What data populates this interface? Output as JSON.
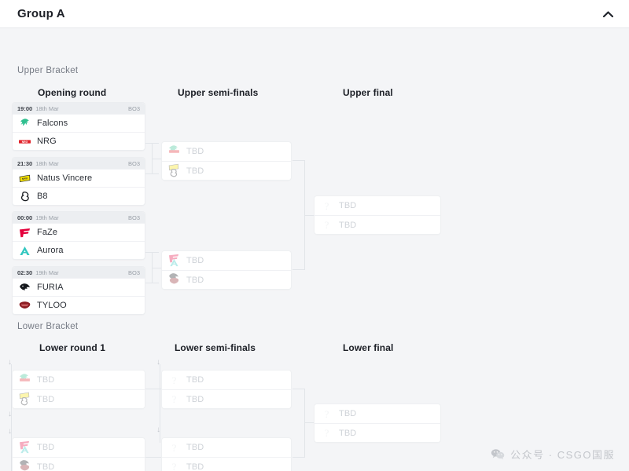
{
  "header": {
    "title": "Group A",
    "collapse_icon": "chevron-up-icon"
  },
  "upper_bracket": {
    "label": "Upper Bracket",
    "rounds": [
      {
        "name": "Opening round"
      },
      {
        "name": "Upper semi-finals"
      },
      {
        "name": "Upper final"
      }
    ],
    "opening_round": [
      {
        "time": "19:00",
        "date": "18th Mar",
        "format": "BO3",
        "teams": [
          {
            "name": "Falcons",
            "logo": "falcons-logo"
          },
          {
            "name": "NRG",
            "logo": "nrg-logo"
          }
        ]
      },
      {
        "time": "21:30",
        "date": "18th Mar",
        "format": "BO3",
        "teams": [
          {
            "name": "Natus Vincere",
            "logo": "navi-logo"
          },
          {
            "name": "B8",
            "logo": "b8-logo"
          }
        ]
      },
      {
        "time": "00:00",
        "date": "19th Mar",
        "format": "BO3",
        "teams": [
          {
            "name": "FaZe",
            "logo": "faze-logo"
          },
          {
            "name": "Aurora",
            "logo": "aurora-logo"
          }
        ]
      },
      {
        "time": "02:30",
        "date": "19th Mar",
        "format": "BO3",
        "teams": [
          {
            "name": "FURIA",
            "logo": "furia-logo"
          },
          {
            "name": "TYLOO",
            "logo": "tyloo-logo"
          }
        ]
      }
    ],
    "semi_finals": [
      {
        "teams": [
          {
            "name": "TBD",
            "logo": "falcons-nrg-stacked-logo"
          },
          {
            "name": "TBD",
            "logo": "navi-b8-stacked-logo"
          }
        ]
      },
      {
        "teams": [
          {
            "name": "TBD",
            "logo": "faze-aurora-stacked-logo"
          },
          {
            "name": "TBD",
            "logo": "furia-tyloo-stacked-logo"
          }
        ]
      }
    ],
    "final": {
      "teams": [
        {
          "name": "TBD",
          "logo": "question-mark-icon"
        },
        {
          "name": "TBD",
          "logo": "question-mark-icon"
        }
      ]
    }
  },
  "lower_bracket": {
    "label": "Lower Bracket",
    "rounds": [
      {
        "name": "Lower round 1"
      },
      {
        "name": "Lower semi-finals"
      },
      {
        "name": "Lower final"
      }
    ],
    "round_1": [
      {
        "teams": [
          {
            "name": "TBD",
            "logo": "falcons-nrg-stacked-logo"
          },
          {
            "name": "TBD",
            "logo": "navi-b8-stacked-logo"
          }
        ]
      },
      {
        "teams": [
          {
            "name": "TBD",
            "logo": "faze-aurora-stacked-logo"
          },
          {
            "name": "TBD",
            "logo": "furia-tyloo-stacked-logo"
          }
        ]
      }
    ],
    "semi_finals": [
      {
        "teams": [
          {
            "name": "TBD",
            "logo": "question-mark-icon"
          },
          {
            "name": "TBD",
            "logo": "question-mark-icon"
          }
        ]
      },
      {
        "teams": [
          {
            "name": "TBD",
            "logo": "question-mark-icon"
          },
          {
            "name": "TBD",
            "logo": "question-mark-icon"
          }
        ]
      }
    ],
    "final": {
      "teams": [
        {
          "name": "TBD",
          "logo": "question-mark-icon"
        },
        {
          "name": "TBD",
          "logo": "question-mark-icon"
        }
      ]
    },
    "drop_arrow": "↓"
  },
  "watermark": {
    "text": "公众号 · CSGO国服",
    "icon": "wechat-icon"
  },
  "colors": {
    "page_bg": "#f4f5f7",
    "card_bg": "#ffffff",
    "meta_bg": "#eceef1",
    "text": "#2b2f36",
    "muted": "#8b9099",
    "tbd": "#cfd3d8",
    "connector": "#e2e5e9",
    "falcons_green": "#2fbf8f",
    "nrg_red": "#e1232b",
    "navi_yellow": "#f5e003",
    "faze_red": "#e4003c",
    "aurora_teal": "#33c7c0",
    "tyloo_maroon": "#8c1c23"
  }
}
